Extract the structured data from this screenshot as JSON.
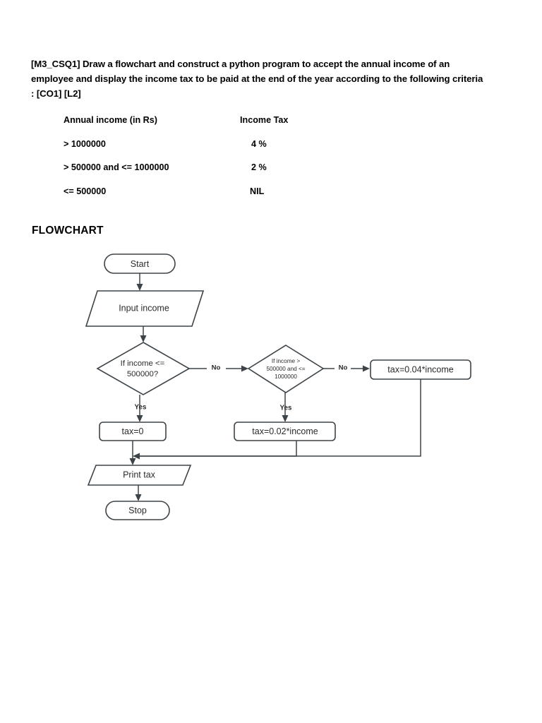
{
  "document": {
    "question": "[M3_CSQ1] Draw a flowchart and construct a python program to accept the annual income of an employee and display the income tax to be paid at the end of the year according to the following criteria : [CO1] [L2]",
    "criteria_table": {
      "headers": [
        "Annual income (in Rs)",
        "Income Tax"
      ],
      "rows": [
        [
          "> 1000000",
          "4 %"
        ],
        [
          "> 500000 and <= 1000000",
          "2 %"
        ],
        [
          "<= 500000",
          "NIL"
        ]
      ]
    },
    "flowchart_heading": "FLOWCHART"
  },
  "flowchart": {
    "nodes": {
      "start": "Start",
      "input": "Input income",
      "decision1": "If income <= 500000?",
      "decision1_line1": "If income <=",
      "decision1_line2": "500000?",
      "decision2_line1": "If income >",
      "decision2_line2": "500000 and <=",
      "decision2_line3": "1000000",
      "tax_nil": "tax=0",
      "tax_two": "tax=0.02*income",
      "tax_four": "tax=0.04*income",
      "print": "Print tax",
      "stop": "Stop"
    },
    "edge_labels": {
      "no1": "No",
      "no2": "No",
      "yes1": "Yes",
      "yes2": "Yes"
    },
    "colors": {
      "stroke": "#3d4449",
      "fill": "#ffffff",
      "text": "#2b2b2b"
    }
  }
}
